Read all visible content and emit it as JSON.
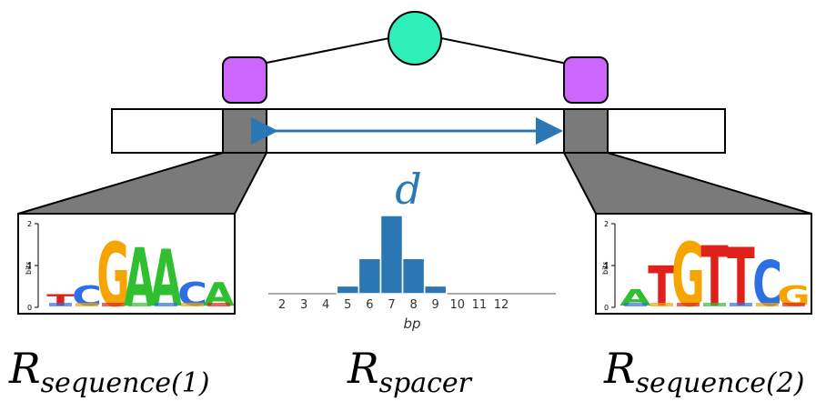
{
  "colors": {
    "protein_center": "#2ff0b8",
    "protein_domain": "#cc66ff",
    "motif_site": "#7a7a7a",
    "arrow": "#2b76b5",
    "bars": "#2b76b5",
    "logo_A": "#2fbf2f",
    "logo_C": "#2f6fe6",
    "logo_G": "#f5a400",
    "logo_T": "#e0211b"
  },
  "labels": {
    "distance": "d",
    "left_base": "R",
    "left_sub": "sequence(1)",
    "mid_base": "R",
    "mid_sub": "spacer",
    "right_base": "R",
    "right_sub": "sequence(2)"
  },
  "logos": {
    "y_label": "bits",
    "y_ticks": [
      "0",
      "1",
      "2"
    ],
    "left_consensus": "TCGAACA",
    "right_consensus": "ATGTTCG"
  },
  "chart_data": {
    "type": "bar",
    "categories": [
      "2",
      "3",
      "4",
      "5",
      "6",
      "7",
      "8",
      "9",
      "10",
      "11",
      "12"
    ],
    "values": [
      0,
      0,
      0,
      0.1,
      0.45,
      1.0,
      0.45,
      0.1,
      0,
      0,
      0
    ],
    "xlabel": "bp",
    "ylabel": "",
    "ylim": [
      0,
      1
    ]
  }
}
